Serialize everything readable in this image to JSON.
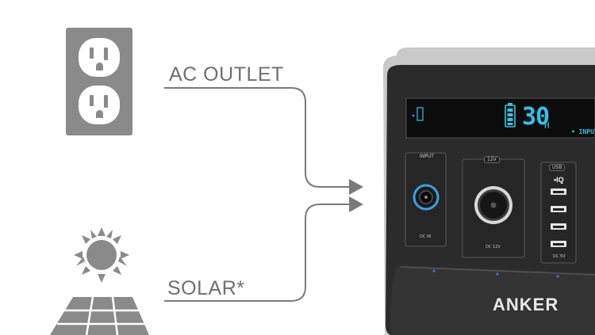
{
  "labels": {
    "ac_outlet": "AC OUTLET",
    "solar": "SOLAR*"
  },
  "device": {
    "brand": "ANKER",
    "display": {
      "hours": "30",
      "hours_unit": "H",
      "input_indicator": "• INPUT"
    },
    "ports": {
      "input_label": "INPUT",
      "input_sub": "DC IN",
      "car_label": "12V",
      "car_sub": "DC 12V",
      "usb_label": "USB",
      "usb_tech": "•IQ",
      "usb_sub": "DC 5V"
    }
  },
  "colors": {
    "icon_gray": "#8a8a8a",
    "line_gray": "#7a7a7a",
    "lcd_cyan": "#2ec4e6",
    "device_body": "#2b2b2b"
  },
  "icons": {
    "outlet": "wall-outlet-icon",
    "solar": "solar-panel-icon",
    "sun": "sun-icon",
    "arrow": "arrow-right-icon"
  }
}
